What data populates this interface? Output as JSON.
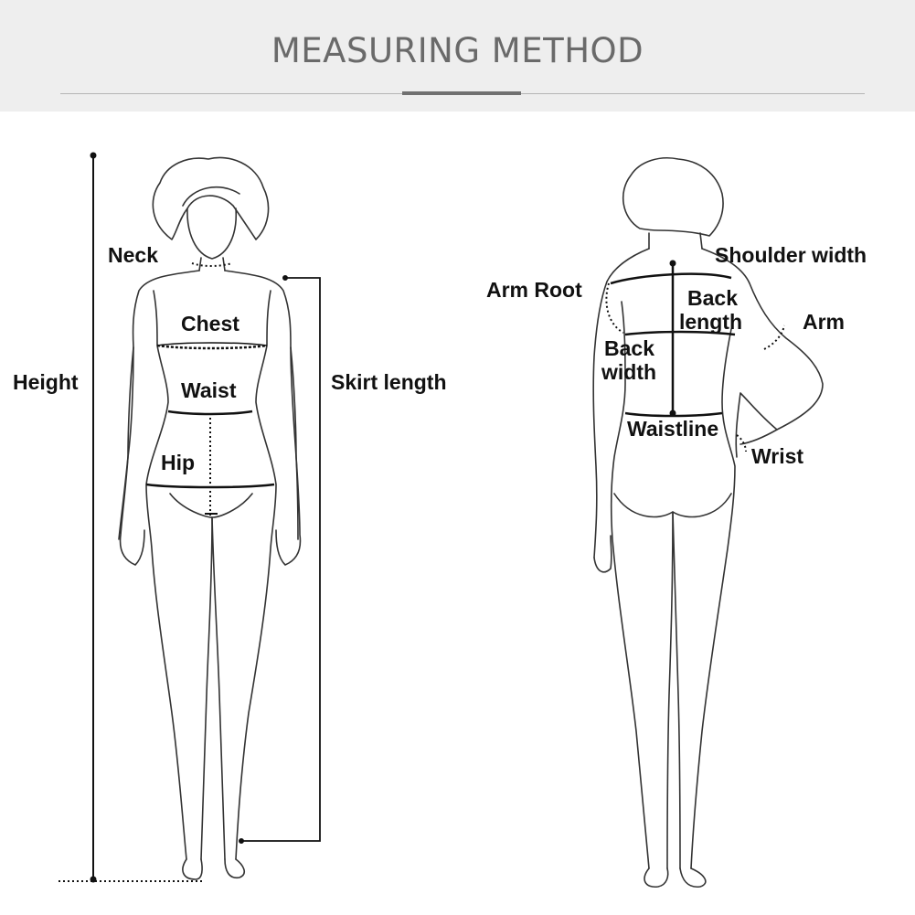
{
  "header": {
    "title": "MEASURING METHOD"
  },
  "front": {
    "neck": "Neck",
    "chest": "Chest",
    "waist": "Waist",
    "hip": "Hip",
    "height": "Height",
    "skirt_length": "Skirt length"
  },
  "back": {
    "shoulder_width": "Shoulder width",
    "arm_root": "Arm Root",
    "back_length_1": "Back",
    "back_length_2": "length",
    "arm": "Arm",
    "back_width_1": "Back",
    "back_width_2": "width",
    "waistline": "Waistline",
    "wrist": "Wrist"
  },
  "colors": {
    "header_bg": "#eeeeee",
    "title": "#6a6a6a",
    "ink": "#111111"
  }
}
